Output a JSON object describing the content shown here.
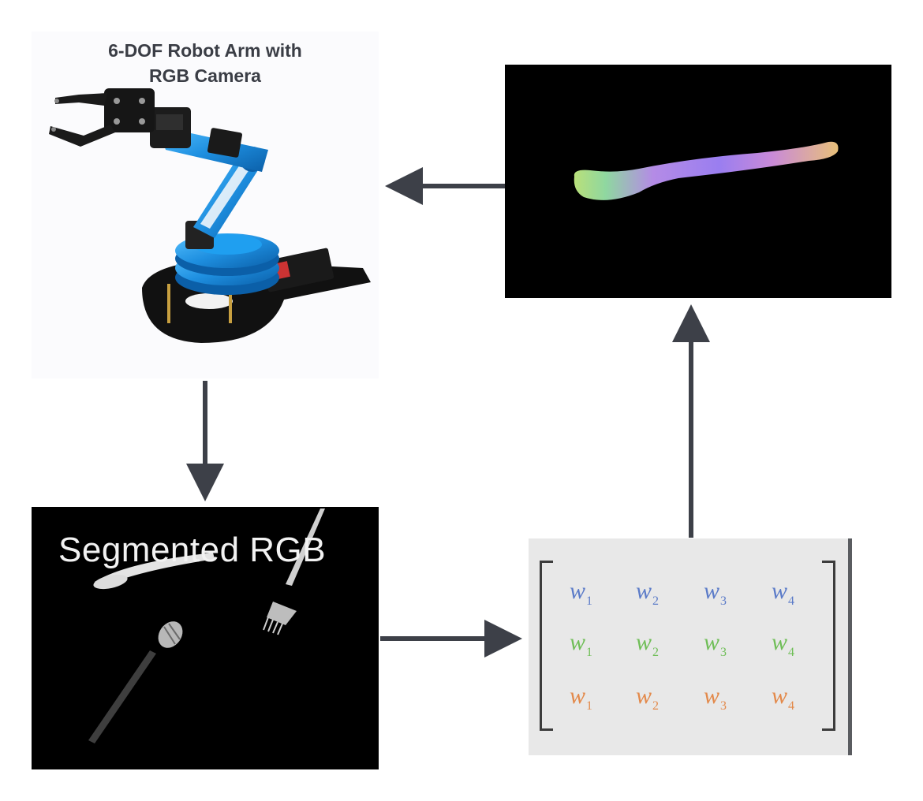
{
  "robot": {
    "title": "6-DOF Robot Arm with\nRGB Camera"
  },
  "segmented": {
    "label": "Segmented RGB"
  },
  "matrix": {
    "rows": [
      {
        "color": "#5b7bc8",
        "cells": [
          {
            "base": "w",
            "sub": "1"
          },
          {
            "base": "w",
            "sub": "2"
          },
          {
            "base": "w",
            "sub": "3"
          },
          {
            "base": "w",
            "sub": "4"
          }
        ]
      },
      {
        "color": "#6fbe57",
        "cells": [
          {
            "base": "w",
            "sub": "1"
          },
          {
            "base": "w",
            "sub": "2"
          },
          {
            "base": "w",
            "sub": "3"
          },
          {
            "base": "w",
            "sub": "4"
          }
        ]
      },
      {
        "color": "#e3894a",
        "cells": [
          {
            "base": "w",
            "sub": "1"
          },
          {
            "base": "w",
            "sub": "2"
          },
          {
            "base": "w",
            "sub": "3"
          },
          {
            "base": "w",
            "sub": "4"
          }
        ]
      }
    ]
  },
  "colors": {
    "arrow": "#3d4048",
    "arm_blue": "#1e8fe0",
    "panel_black": "#000000",
    "matrix_bg": "#e8e8e8"
  }
}
